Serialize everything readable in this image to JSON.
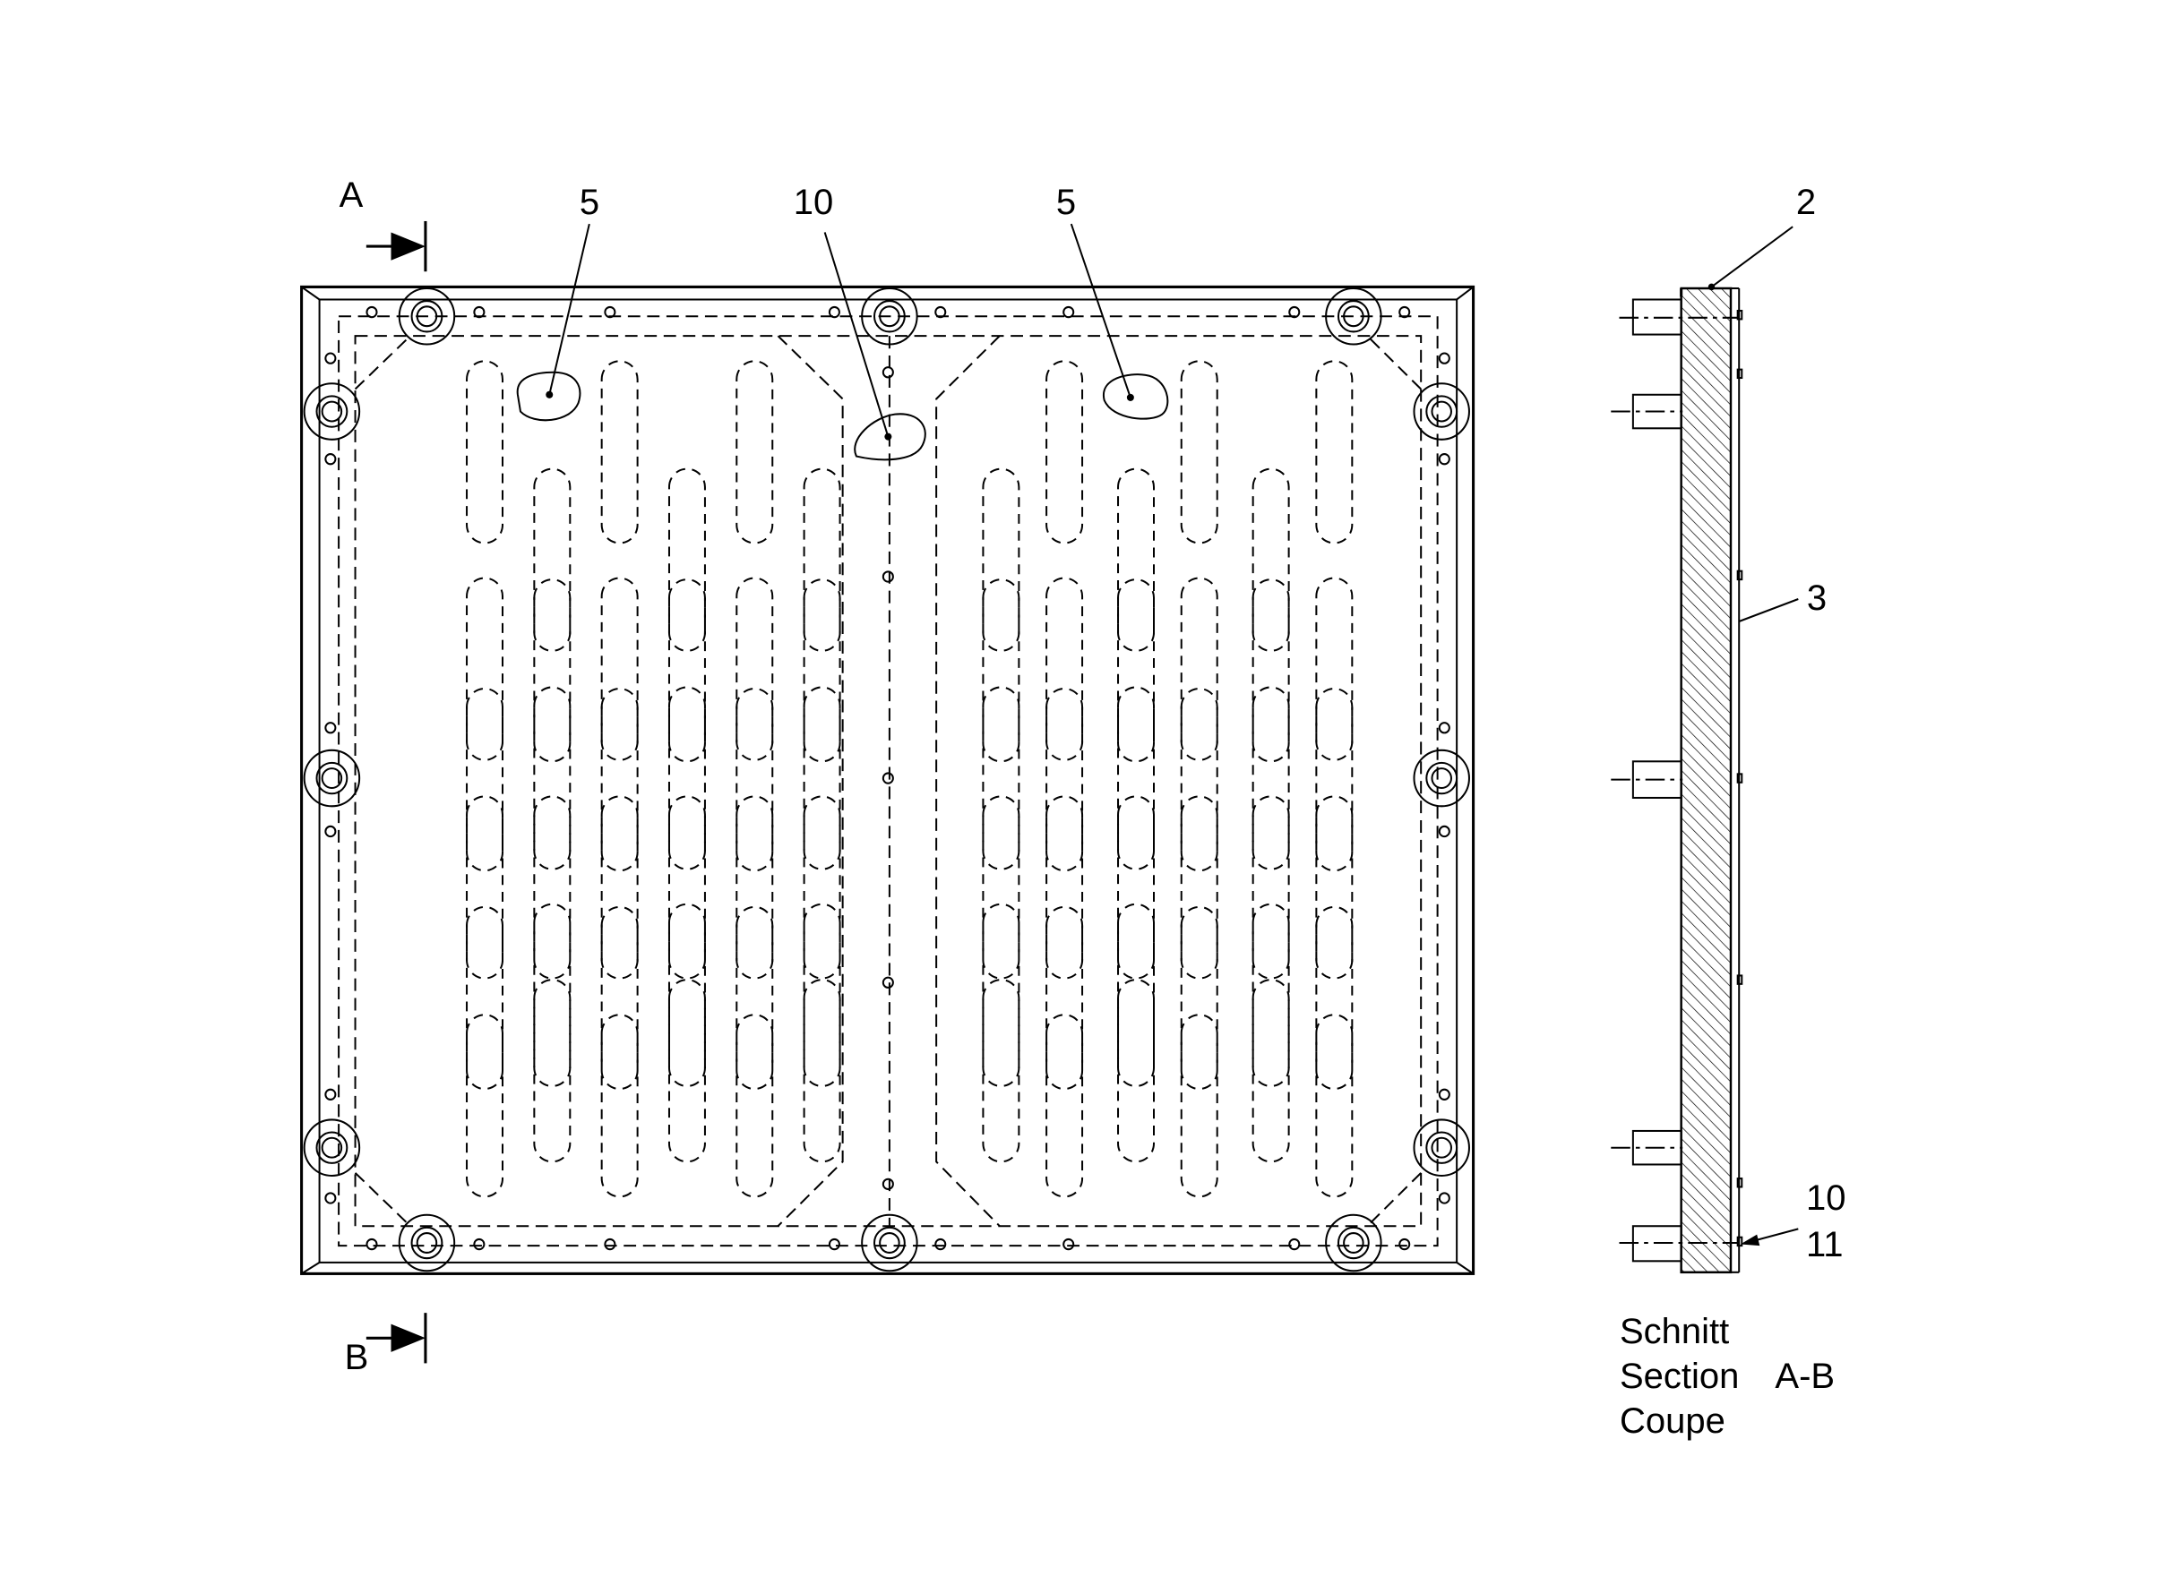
{
  "section_marks": {
    "a": "A",
    "b": "B"
  },
  "callouts": {
    "part_5_left": "5",
    "part_10_center": "10",
    "part_5_right": "5",
    "part_2": "2",
    "part_3": "3",
    "part_10_side": "10",
    "part_11": "11"
  },
  "caption": {
    "line1": "Schnitt",
    "line2": "Section",
    "section_id": "A-B",
    "line3": "Coupe"
  }
}
